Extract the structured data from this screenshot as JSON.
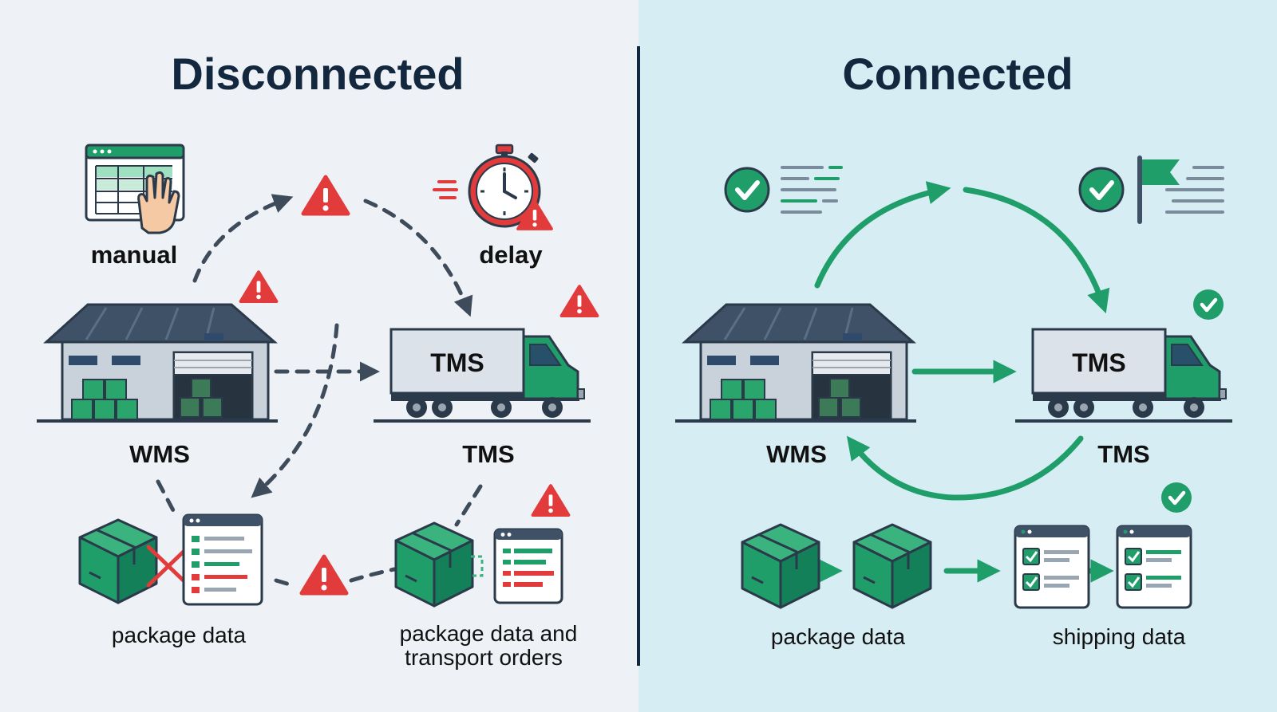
{
  "disconnected": {
    "title": "Disconnected",
    "manual_label": "manual",
    "delay_label": "delay",
    "wms_label": "WMS",
    "tms_label": "TMS",
    "truck_text": "TMS",
    "package_data_label": "package data",
    "package_transport_line1": "package data and",
    "package_transport_line2": "transport orders"
  },
  "connected": {
    "title": "Connected",
    "wms_label": "WMS",
    "tms_label": "TMS",
    "truck_text": "TMS",
    "package_data_label": "package data",
    "shipping_data_label": "shipping data"
  },
  "colors": {
    "left_bg": "#eef2f6",
    "right_bg": "#d6edf3",
    "navy": "#13283f",
    "green": "#1f9e6a",
    "red": "#e23b3b",
    "gray_dash": "#3d4b5a"
  },
  "icons": [
    "spreadsheet-hand-icon",
    "stopwatch-icon",
    "alert-icon",
    "warehouse-icon",
    "truck-icon",
    "package-icon",
    "document-icon",
    "check-circle-icon",
    "flag-icon",
    "cross-icon"
  ]
}
